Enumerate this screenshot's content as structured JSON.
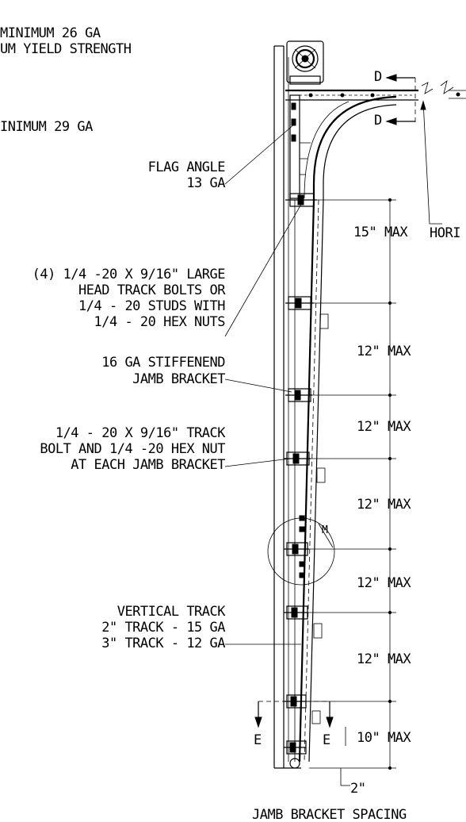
{
  "top_notes": {
    "line1": "MINIMUM 26 GA",
    "line2": "UM YIELD STRENGTH",
    "line3": "INIMUM 29 GA"
  },
  "callouts": {
    "flag_angle": [
      "FLAG ANGLE",
      "13 GA"
    ],
    "track_bolts": [
      "(4) 1/4 -20 X 9/16\" LARGE",
      "HEAD TRACK BOLTS OR",
      "1/4 - 20 STUDS WITH",
      "1/4 - 20 HEX NUTS"
    ],
    "jamb_bracket": [
      "16 GA STIFFENEND",
      "JAMB  BRACKET"
    ],
    "track_bolt_nut": [
      "1/4 - 20 X 9/16\" TRACK",
      "BOLT AND 1/4 -20 HEX NUT",
      "AT EACH JAMB BRACKET"
    ],
    "vertical_track": [
      "VERTICAL TRACK",
      "2\" TRACK - 15 GA",
      "3\" TRACK - 12 GA"
    ],
    "horizontal": "HORI"
  },
  "section_marks": {
    "d_top": "D",
    "d_bottom": "D",
    "e_left": "E",
    "e_right": "E",
    "detail_m": "M"
  },
  "dimensions": {
    "spacings": [
      "15\" MAX",
      "12\" MAX",
      "12\" MAX",
      "12\" MAX",
      "12\" MAX",
      "12\" MAX",
      "10\" MAX"
    ],
    "offset": "2\""
  },
  "title": "JAMB BRACKET SPACING"
}
